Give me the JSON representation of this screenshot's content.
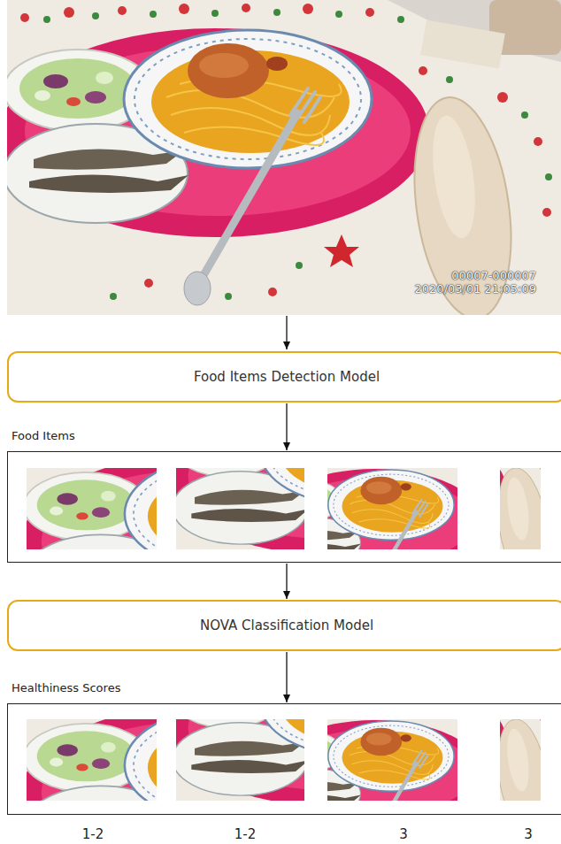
{
  "diagram": {
    "nodes": [
      {
        "text": [
          "Food Items Detection Model"
        ]
      },
      {
        "text": [
          "Food Items"
        ]
      },
      {
        "text": [
          "NOVA Classification Model"
        ]
      },
      {
        "text": [
          "Healthiness Scores"
        ]
      }
    ],
    "edges": [
      {
        "from": 0,
        "to": 1,
        "arrow": "to"
      },
      {
        "from": 1,
        "to": 2,
        "arrow": "to"
      },
      {
        "from": 2,
        "to": 3,
        "arrow": "to"
      }
    ],
    "labels": [
      "00007-000007",
      "2020/03/01 21:05:09",
      "1-2",
      "1-2",
      "3",
      "3"
    ]
  }
}
